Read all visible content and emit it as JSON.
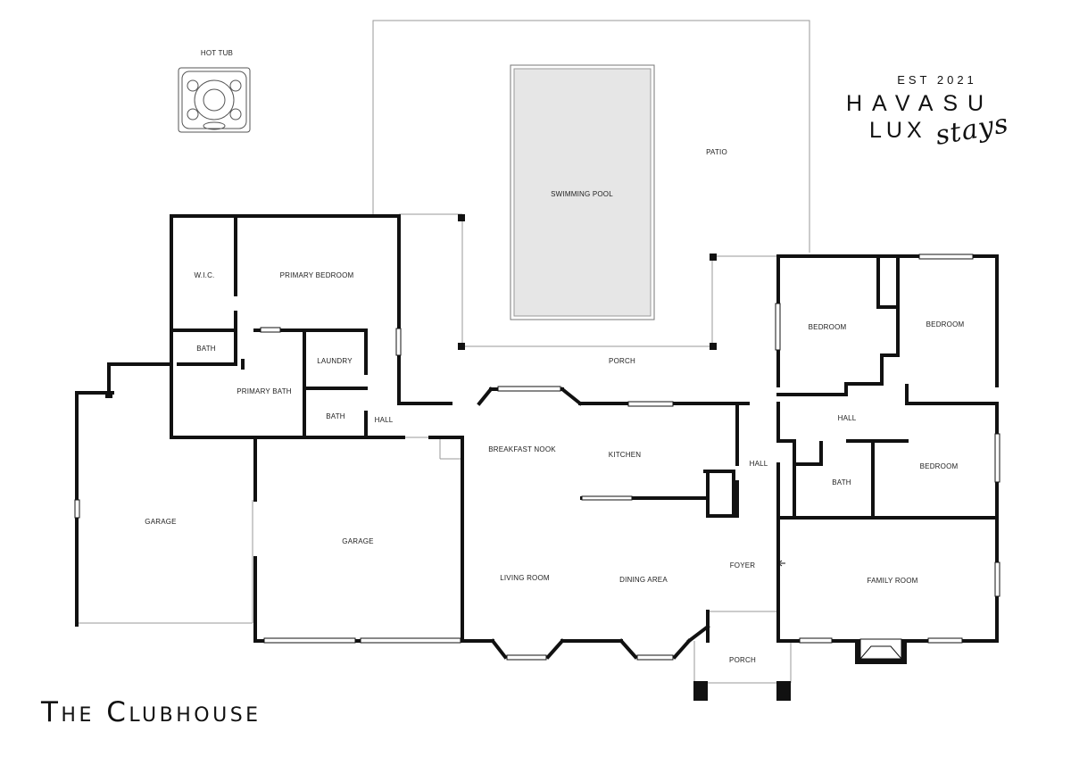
{
  "title": "The Clubhouse",
  "brand": {
    "est": "EST 2021",
    "name": "HAVASU",
    "lux": "LUX",
    "stays": "stays"
  },
  "rooms": {
    "hot_tub": "HOT TUB",
    "patio": "PATIO",
    "swimming_pool": "SWIMMING POOL",
    "wic": "W.I.C.",
    "primary_bedroom": "PRIMARY BEDROOM",
    "bath_primary_top": "BATH",
    "laundry": "LAUNDRY",
    "primary_bath": "PRIMARY BATH",
    "bath_small": "BATH",
    "hall_left": "HALL",
    "porch_back": "PORCH",
    "bedroom_1": "BEDROOM",
    "bedroom_2": "BEDROOM",
    "hall_right": "HALL",
    "bedroom_3": "BEDROOM",
    "bath_right": "BATH",
    "hall_center": "HALL",
    "breakfast_nook": "BREAKFAST NOOK",
    "kitchen": "KITCHEN",
    "garage_left": "GARAGE",
    "garage_right": "GARAGE",
    "living_room": "LIVING ROOM",
    "dining_area": "DINING AREA",
    "foyer": "FOYER",
    "family_room": "FAMILY ROOM",
    "porch_front": "PORCH"
  },
  "colors": {
    "wall": "#111111",
    "pool_fill": "#e6e6e6",
    "thin_line": "#9a9a9a"
  }
}
